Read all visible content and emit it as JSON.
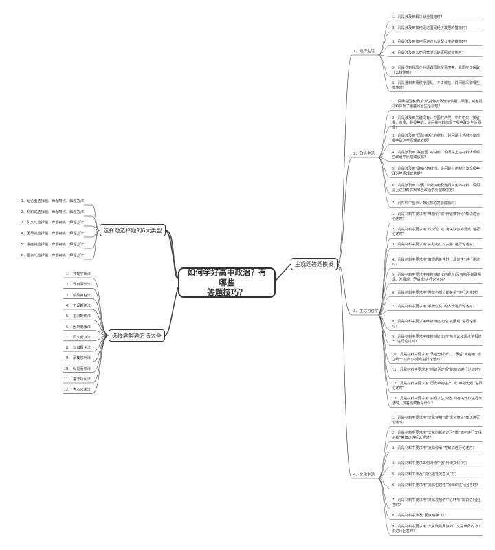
{
  "root": {
    "title_line1": "如何学好高中政治？有哪些",
    "title_line2": "答题技巧？"
  },
  "left_top": {
    "title": "选择题选择题的6大类型",
    "items": [
      "1、组合型选择题、命题特点、解题方法",
      "2、材料式选择题、命题特点、解题方法",
      "3、引文式选择题、命题特点、解题方法",
      "4、因果类选择题、命题特点、解题方法",
      "5、漫画类选择题、命题特点、解题方法",
      "6、图表式选择题、命题特点、解题方法"
    ]
  },
  "left_bottom": {
    "title": "选择题解题方法大全",
    "items": [
      "1、 排理字断法",
      "2、 靠目漂洋法",
      "3、 偷梁换柱法",
      "4、 正误颠倒法",
      "5、 主次颠倒法",
      "6、 因果倒置法",
      "7、 同义反复法",
      "8、 以偏概全法",
      "9、 添枝加叶法",
      "10、 似是而非法",
      "11、 答非所问法",
      "12、 舍本求末法"
    ]
  },
  "right": {
    "title": "主观题答题模板",
    "sections": [
      {
        "label": "1、经济生活",
        "items": [
          "1、凡是涉及到解决就业措施时？",
          "2、凡是涉及到如何促进国民经济发展的措施时？",
          "3、凡是涉及到如何促进收入分配公平的措施时？",
          "4、凡是涉及到公司经营成功的原因或措施时？",
          "5、凡是遇到我国企业遭遇国际贸易摩擦，我国应该采取什么措施时？",
          "6、凡是遇到市场秩序混乱，不讲诚信，说问题采取哪些措施时？"
        ]
      },
      {
        "label": "2、政治生活",
        "items": [
          "1、设问是国家(政府)支持做的政治学依据、原因，或者是材料体现了哪些政治生活原理？",
          "2、凡是涉及到关键词有：中国共产党、中共中央、某省委、市委、县委等的，设问是材料体现了哪些政治生活原理？",
          "3、凡是涉及到“国际关系”的材料，设问是上述材料体现哪些政治学原理或依据？",
          "4、凡是涉及到“联合国”的材料，设问是上述材料体现哪些政治学原理或依据？",
          "5、凡是涉及到“政协”的材料，设问是上述材料体现哪些政治学原理或依据？",
          "6、凡是涉及到“公民”享受权利及履行义务的材料，设问是上述材料体现哪些政治学原理或依据？",
          "7、凡材料中显示少数民族的发展成就时？"
        ]
      },
      {
        "label": "3、生活与哲学",
        "items": [
          "1、凡是材料中要求用“唯物论”或“辩证唯物论”知识进行论述时？",
          "2、凡是材料中要求用“认识论”或“有关认识的观点”进行论述时？",
          "3、凡是材料中要求用“实践与认识关系”进行论述时？",
          "4、凡是材料中要求用“真理的条件性、具体性”进行论述时？",
          "5、凡是材料中要求用唯物辩证法的观点(没有指明是联系观、发展观、矛盾观)进行论述时？",
          "6、凡是材料中要求用“整体与部分的关系”进行论述时？",
          "7、凡是材料中要求用“系统优化”的方法进行论述时？",
          "8、凡是材料中要求用唯物辩证法的“发展观”进行论述时？",
          "9、凡是材料中要求用唯物辩证法的“两点论和重点论相统一”进行论述时？",
          "10、凡是材料中要求用“矛盾分析法”、“矛盾”或者用“对立统一”的知识观点进行论述时？",
          "11、凡是材料中要求用“辩证否定观”的知识进行论述时？",
          "12、凡是材料中要求用“历史唯物主义”或“唯物史观”进行论述时？",
          "13、凡是材料中要求用“实现人生价值”的有关知识进行论述时，其答题模板是什么？"
        ]
      },
      {
        "label": "4、文化生活",
        "items": [
          "1、凡是材料中要求用“文化作用”或“文化意义”知识进行论述时？",
          "2、凡是材料中要求用“文化创新的途径”或“如何进行文化创新”等知识进行论述时？",
          "3、凡是材料中要求用“文化传承”等知识进行论述时？",
          "4、凡是材料中要求如何对待中国“传统文化”时？",
          "5、凡是材料中涉及“文化遗址的意义”时？",
          "6、凡是材料中要求用“文化包容性”的知识进行回答时？",
          "7、凡是材料中要求用“文化发展的中心环节”知识进行回答时？",
          "8、凡是材料中涉及“民族精神”时？",
          "9、凡是材料中要求用“文化既是民族的，又是世界的”知识进行回答时？"
        ]
      }
    ]
  }
}
